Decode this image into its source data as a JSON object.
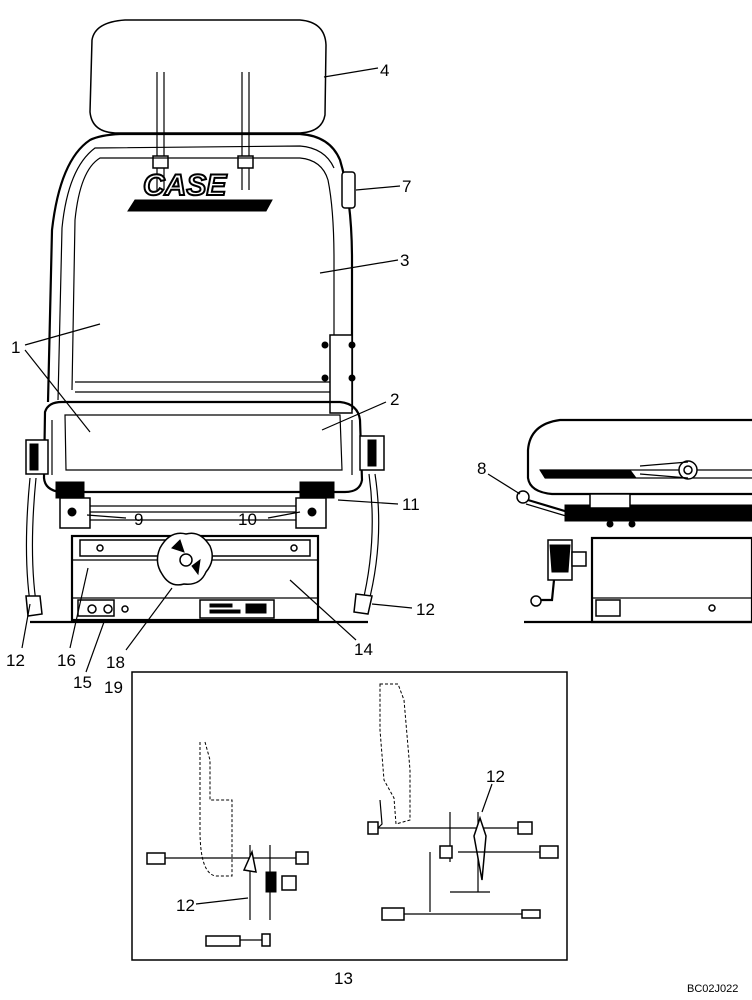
{
  "diagram": {
    "brand_text": "CASE",
    "figure_code": "BC02J022",
    "callouts": [
      {
        "id": "c4",
        "text": "4"
      },
      {
        "id": "c7",
        "text": "7"
      },
      {
        "id": "c3",
        "text": "3"
      },
      {
        "id": "c1",
        "text": "1"
      },
      {
        "id": "c2",
        "text": "2"
      },
      {
        "id": "c8",
        "text": "8"
      },
      {
        "id": "c11",
        "text": "11"
      },
      {
        "id": "c9",
        "text": "9"
      },
      {
        "id": "c10",
        "text": "10"
      },
      {
        "id": "c12a",
        "text": "12"
      },
      {
        "id": "c12b",
        "text": "12"
      },
      {
        "id": "c16",
        "text": "16"
      },
      {
        "id": "c15",
        "text": "15"
      },
      {
        "id": "c18",
        "text": "18"
      },
      {
        "id": "c14",
        "text": "14"
      },
      {
        "id": "c19",
        "text": "19"
      },
      {
        "id": "c12c",
        "text": "12"
      },
      {
        "id": "c12d",
        "text": "12"
      },
      {
        "id": "c13",
        "text": "13"
      }
    ]
  }
}
